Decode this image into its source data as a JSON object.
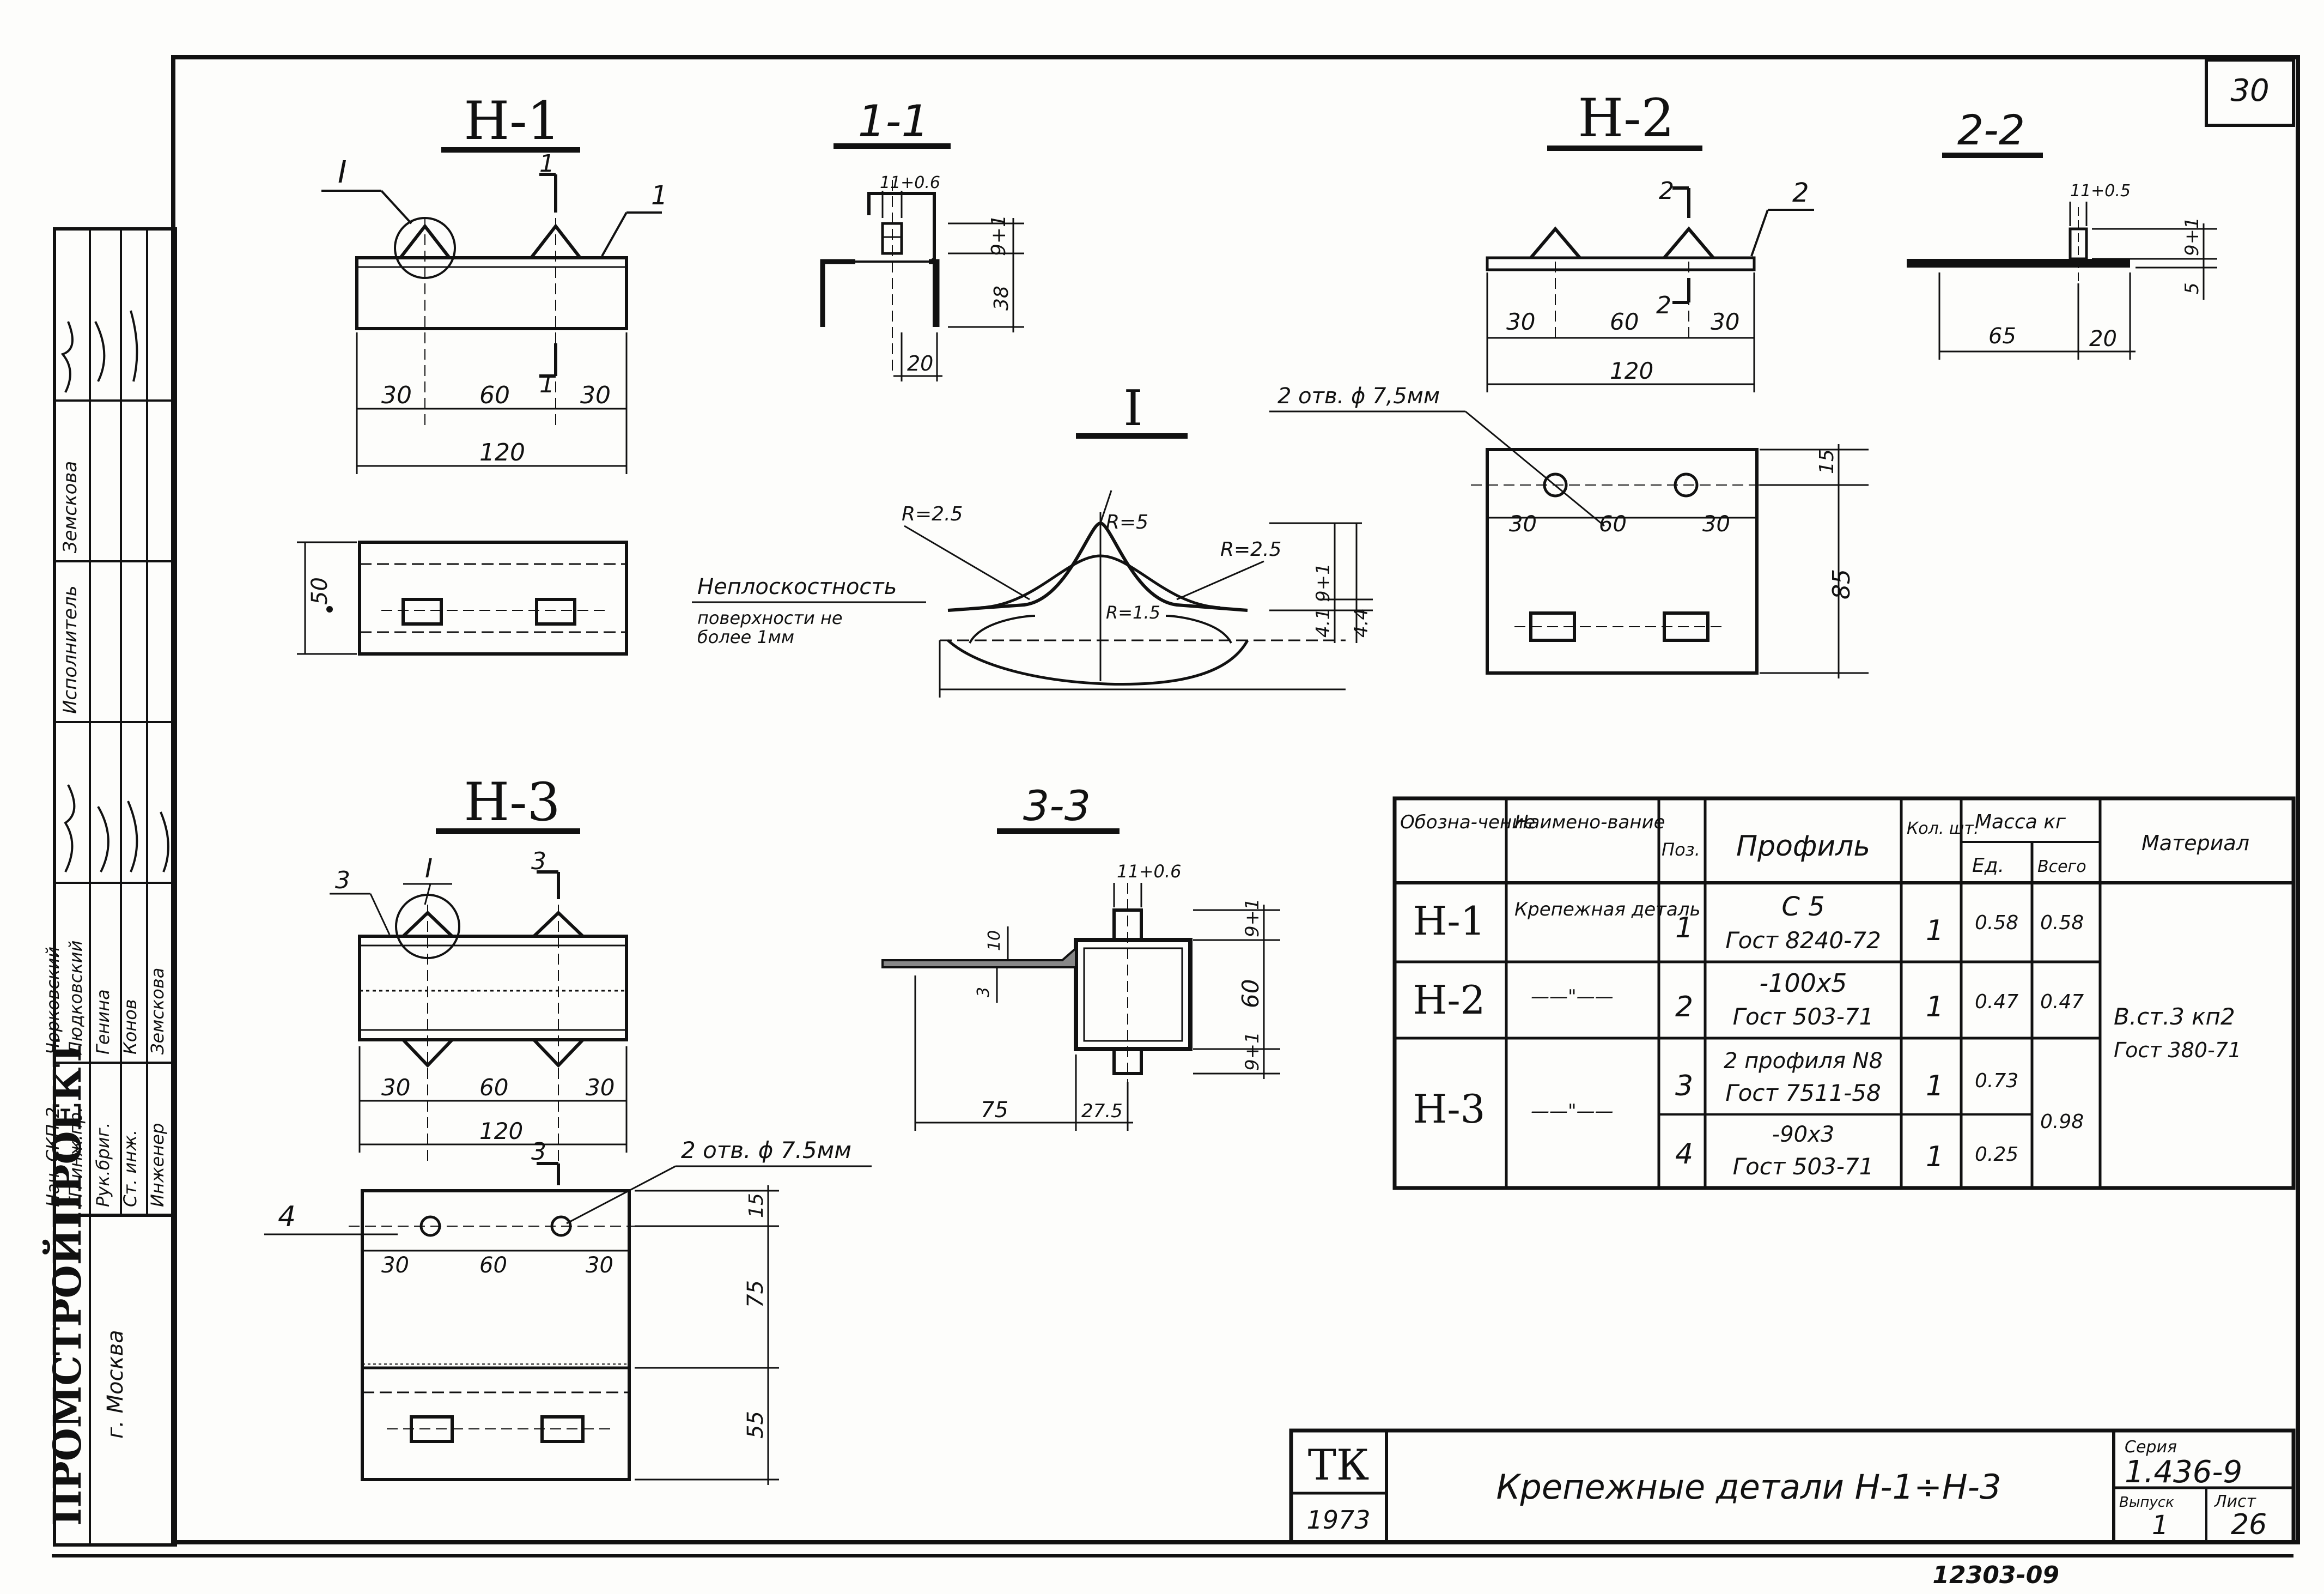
{
  "sheet_number": "30",
  "views": {
    "h1": {
      "title": "Н-1",
      "detail_ref": "I",
      "section_mark": "1",
      "pos_mark": "1",
      "dims": {
        "d30a": "30",
        "d60": "60",
        "d30b": "30",
        "total": "120",
        "height": "50"
      }
    },
    "s11": {
      "title": "1-1",
      "dims": {
        "d11": "11+0.6",
        "d9": "9+1",
        "d38": "38",
        "d20": "20"
      }
    },
    "detail": {
      "title": "I",
      "r5": "R=5",
      "r25a": "R=2.5",
      "r25b": "R=2.5",
      "r15": "R=1.5",
      "d9": "9+1",
      "d4": "4.1",
      "d44": "4.4",
      "note1": "Неплоскостность",
      "note2": "поверхности не",
      "note3": "более 1мм"
    },
    "h2": {
      "title": "Н-2",
      "section_mark": "2",
      "pos_mark": "2",
      "holes": "2 отв. ϕ 7,5мм",
      "dims": {
        "d30a": "30",
        "d60": "60",
        "d30b": "30",
        "total": "120",
        "d15": "15",
        "d85": "85",
        "p30a": "30",
        "p60": "60",
        "p30b": "30"
      }
    },
    "s22": {
      "title": "2-2",
      "dims": {
        "d11": "11+0.5",
        "d9": "9+1",
        "d5": "5",
        "d65": "65",
        "d20": "20"
      }
    },
    "h3": {
      "title": "Н-3",
      "detail_ref": "I",
      "section_mark": "3",
      "pos_mark3": "3",
      "pos_mark4": "4",
      "holes": "2 отв. ϕ 7.5мм",
      "dims": {
        "d30a": "30",
        "d60": "60",
        "d30b": "30",
        "total": "120",
        "p30a": "30",
        "p60": "60",
        "p30b": "30",
        "d15": "15",
        "d75": "75",
        "d55": "55"
      }
    },
    "s33": {
      "title": "3-3",
      "dims": {
        "d11": "11+0.6",
        "d9a": "9+1",
        "d9b": "9+1",
        "d10": "10",
        "d3": "3",
        "d60": "60",
        "d75": "75",
        "d275": "27.5"
      }
    }
  },
  "table": {
    "headers": {
      "designation": "Обозна-чение",
      "name": "Наимено-вание",
      "pos": "Поз.",
      "profile": "Профиль",
      "qty": "Кол. шт.",
      "mass": "Масса кг",
      "mass_unit": "Ед.",
      "mass_total": "Всего",
      "material": "Материал"
    },
    "rows": [
      {
        "designation": "Н-1",
        "name": "Крепежная деталь",
        "pos": "1",
        "profile_1": "С 5",
        "profile_2": "Гост 8240-72",
        "qty": "1",
        "unit": "0.58",
        "total": "0.58"
      },
      {
        "designation": "Н-2",
        "name": "——\"——",
        "pos": "2",
        "profile_1": "-100х5",
        "profile_2": "Гост 503-71",
        "qty": "1",
        "unit": "0.47",
        "total": "0.47"
      },
      {
        "designation": "Н-3",
        "name": "——\"——",
        "pos": "3",
        "profile_1": "2 профиля N8",
        "profile_2": "Гост 7511-58",
        "qty": "1",
        "unit": "0.73",
        "total": "0.98"
      },
      {
        "designation": "",
        "name": "",
        "pos": "4",
        "profile_1": "-90х3",
        "profile_2": "Гост 503-71",
        "qty": "1",
        "unit": "0.25",
        "total": ""
      }
    ],
    "material_1": "В.ст.3 кп2",
    "material_2": "Гост 380-71"
  },
  "title_block": {
    "org_code": "ТК",
    "year": "1973",
    "title": "Крепежные детали Н-1÷Н-3",
    "series_label": "Серия",
    "series": "1.436-9",
    "issue_label": "Выпуск",
    "issue": "1",
    "sheet_label": "Лист",
    "sheet": "26"
  },
  "stamp": {
    "org": "ПРОМСТРОЙПРОЕКТ",
    "city": "г. Москва",
    "roles": [
      "Нач. СКП-2",
      "ГП инж.пр.",
      "Рук.бриг.",
      "Ст. инж.",
      "Инженер"
    ],
    "names": [
      "Чорковский",
      "Людковский",
      "Генина",
      "Конов",
      "Земскова"
    ],
    "executor_label": "Исполнитель",
    "executor": "Земскова"
  },
  "footer_code": "12303-09"
}
